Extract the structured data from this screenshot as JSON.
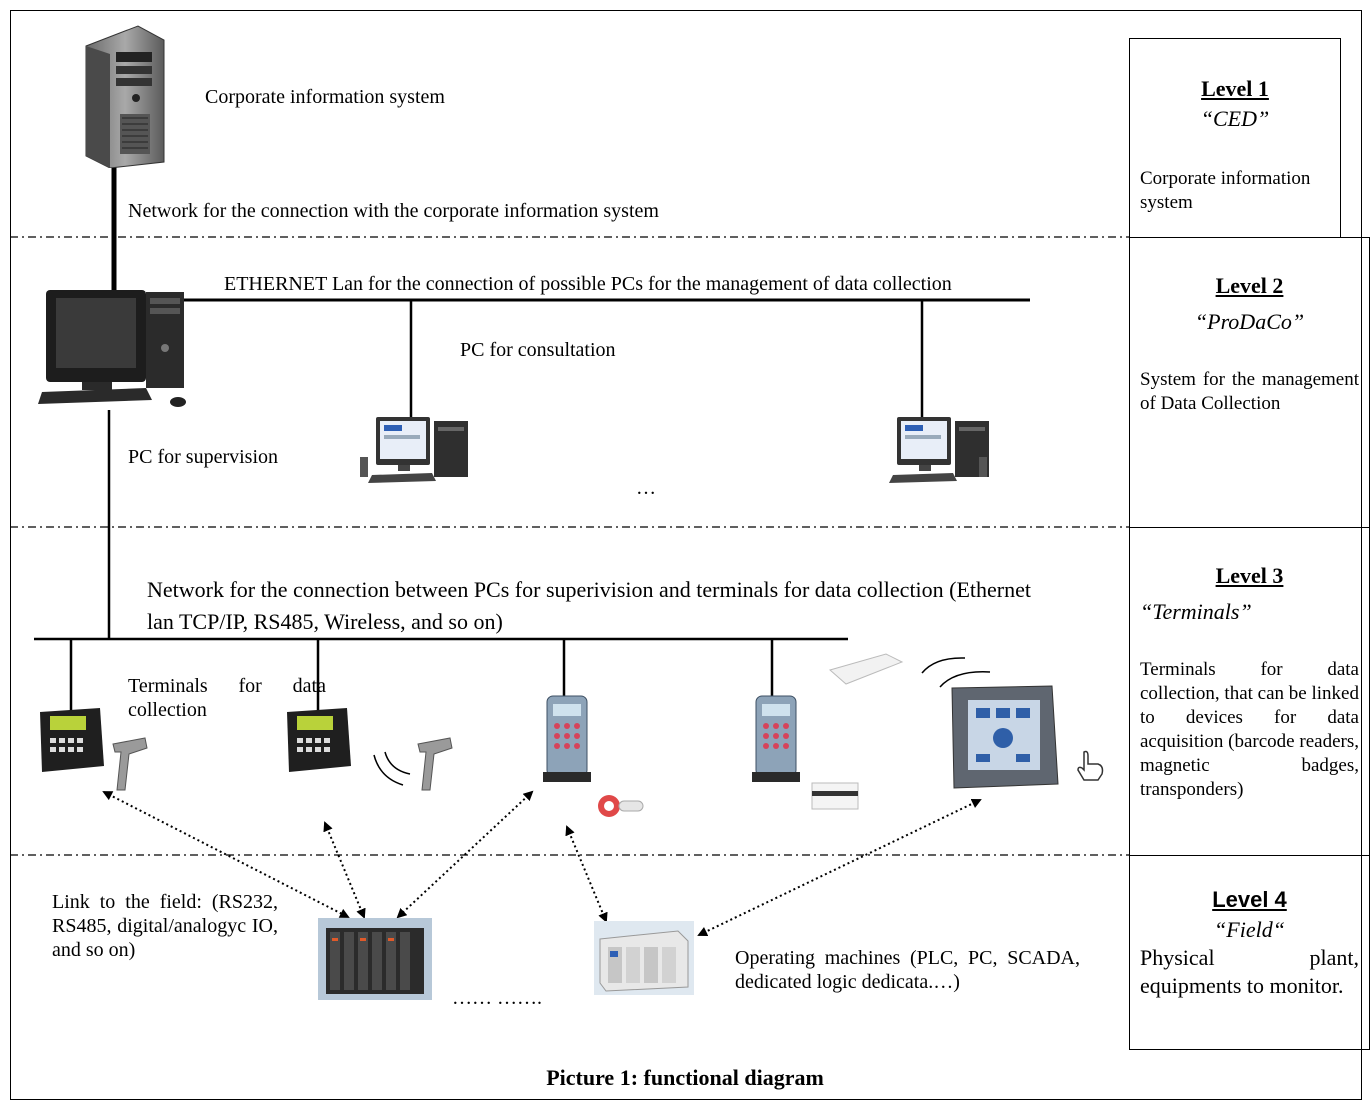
{
  "labels": {
    "corporate_info_system": "Corporate information system",
    "network_corporate": "Network for the connection with the corporate information system",
    "ethernet_lan": "ETHERNET Lan for the connection of possible PCs for the management of data collection",
    "pc_consultation": "PC for consultation",
    "pc_supervision": "PC for supervision",
    "ellipsis_pcs": "…",
    "network_terminals": "Network for the connection between PCs for superivision and terminals for data collection (Ethernet lan TCP/IP, RS485, Wireless, and so on)",
    "terminals_data_collection": "Terminals for data collection",
    "link_field": "Link to the field: (RS232, RS485, digital/analogyc IO, and so on)",
    "ellipsis_field": "…… …….",
    "operating_machines": "Operating machines (PLC, PC, SCADA, dedicated logic dedicata.…)"
  },
  "levels": [
    {
      "title": "Level 1",
      "name": "“CED”",
      "description": "Corporate information system"
    },
    {
      "title": "Level 2",
      "name": "“ProDaCo”",
      "description": "System for the management of Data Collection"
    },
    {
      "title": "Level 3",
      "name": "“Terminals”",
      "description": "Terminals for data collection, that can be linked to devices for data acquisition (barcode readers, magnetic badges, transponders)"
    },
    {
      "title": "Level 4",
      "name": "“Field“",
      "description": "Physical plant, equipments to monitor."
    }
  ],
  "caption": "Picture 1: functional diagram",
  "icons": {
    "server": "server-tower-icon",
    "supervision_pc": "desktop-pc-icon",
    "consult_pc": "desktop-pc-icon",
    "terminal_lcd": "data-terminal-icon",
    "terminal_keypad": "keypad-terminal-icon",
    "touch_panel": "touch-panel-icon",
    "barcode_reader": "barcode-scanner-icon",
    "badge_reader": "magnetic-badge-icon",
    "transponder": "transponder-icon",
    "io_rack": "io-rack-icon",
    "plc": "plc-icon"
  }
}
